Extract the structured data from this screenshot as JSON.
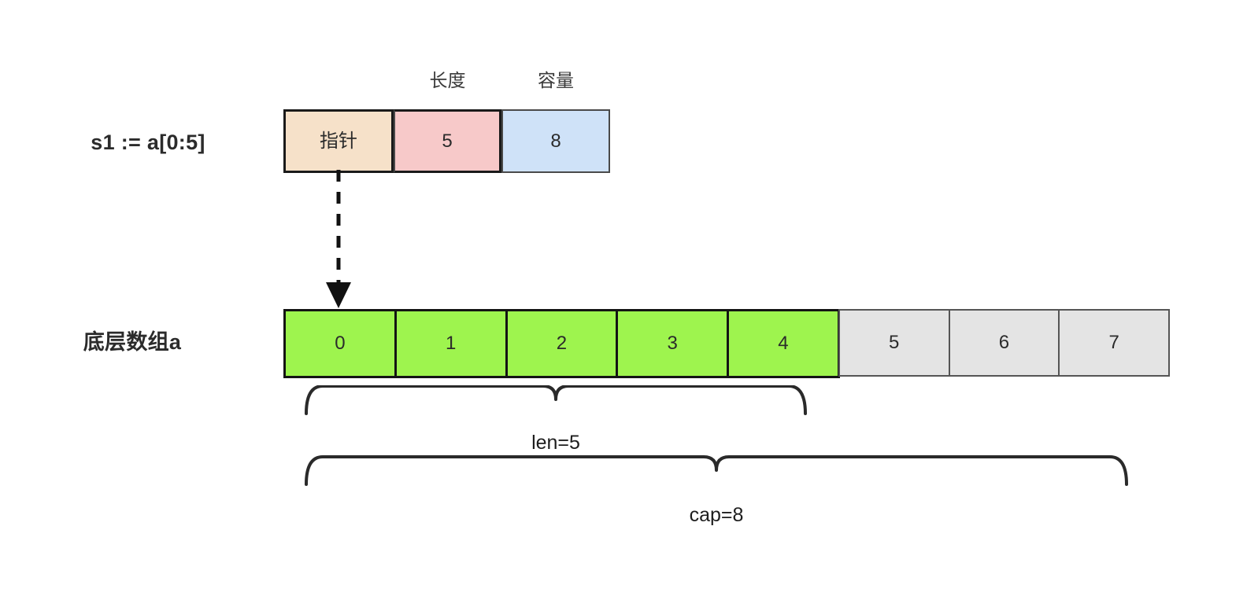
{
  "diagram": {
    "title_row_slice": "s1 := a[0:5]",
    "title_row_array": "底层数组a",
    "header": {
      "captions": [
        {
          "name": "length",
          "text": "长度"
        },
        {
          "name": "capacity",
          "text": "容量"
        }
      ],
      "fields": [
        {
          "name": "pointer",
          "label": "指针",
          "color": "#f6e1c9"
        },
        {
          "name": "length",
          "label": "5",
          "color": "#f7c9c9"
        },
        {
          "name": "capacity",
          "label": "8",
          "color": "#cfe2f8"
        }
      ]
    },
    "array": {
      "cells": [
        {
          "value": "0",
          "state": "used"
        },
        {
          "value": "1",
          "state": "used"
        },
        {
          "value": "2",
          "state": "used"
        },
        {
          "value": "3",
          "state": "used"
        },
        {
          "value": "4",
          "state": "used"
        },
        {
          "value": "5",
          "state": "free"
        },
        {
          "value": "6",
          "state": "free"
        },
        {
          "value": "7",
          "state": "free"
        }
      ],
      "used_color": "#9ef44e",
      "free_color": "#e4e4e4"
    },
    "braces": [
      {
        "name": "len",
        "label": "len=5",
        "span_cells": 5
      },
      {
        "name": "cap",
        "label": "cap=8",
        "span_cells": 8
      }
    ],
    "pointer_arrow": {
      "name": "pointer-to-array-arrow",
      "style": "dashed",
      "color": "#111111"
    }
  }
}
